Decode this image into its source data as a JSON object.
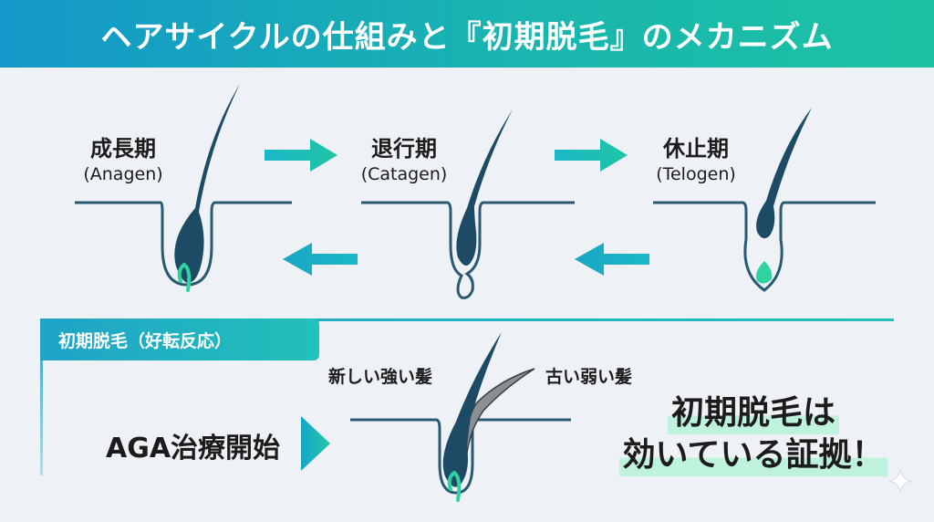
{
  "title": "ヘアサイクルの仕組みと『初期脱毛』のメカニズム",
  "stages": [
    {
      "jp": "成長期",
      "en": "(Anagen)"
    },
    {
      "jp": "退行期",
      "en": "(Catagen)"
    },
    {
      "jp": "休止期",
      "en": "(Telogen)"
    }
  ],
  "section": {
    "tab_label": "初期脱毛（好転反応）",
    "aga_start": "AGA治療開始",
    "new_hair": "新しい強い髪",
    "old_hair": "古い弱い髪",
    "conclusion_line1": "初期脱毛は",
    "conclusion_line2": "効いている証拠！"
  },
  "colors": {
    "hair": "#1d4a64",
    "papilla": "#2fd3a0",
    "arrow": "#19b8b8",
    "skin_line": "#2a5a72",
    "old_hair": "#8a8f94"
  },
  "icons": [
    "right-arrow-icon",
    "left-arrow-icon",
    "play-triangle-icon",
    "sparkle-icon"
  ]
}
